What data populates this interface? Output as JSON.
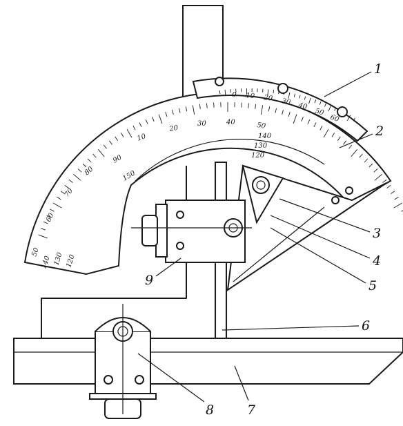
{
  "callouts": [
    {
      "id": "1",
      "label": "1"
    },
    {
      "id": "2",
      "label": "2"
    },
    {
      "id": "3",
      "label": "3"
    },
    {
      "id": "4",
      "label": "4"
    },
    {
      "id": "5",
      "label": "5"
    },
    {
      "id": "6",
      "label": "6"
    },
    {
      "id": "7",
      "label": "7"
    },
    {
      "id": "8",
      "label": "8"
    },
    {
      "id": "9",
      "label": "9"
    }
  ],
  "main_scale": {
    "outer_row": [
      "50",
      "60",
      "70",
      "80",
      "90",
      "10",
      "20",
      "30",
      "40",
      "50"
    ],
    "inner_row": [
      "140",
      "130",
      "120",
      "150",
      "140",
      "130",
      "120"
    ]
  },
  "vernier_scale": {
    "labels": [
      "0",
      "10",
      "20",
      "30",
      "40",
      "50",
      "60"
    ]
  }
}
